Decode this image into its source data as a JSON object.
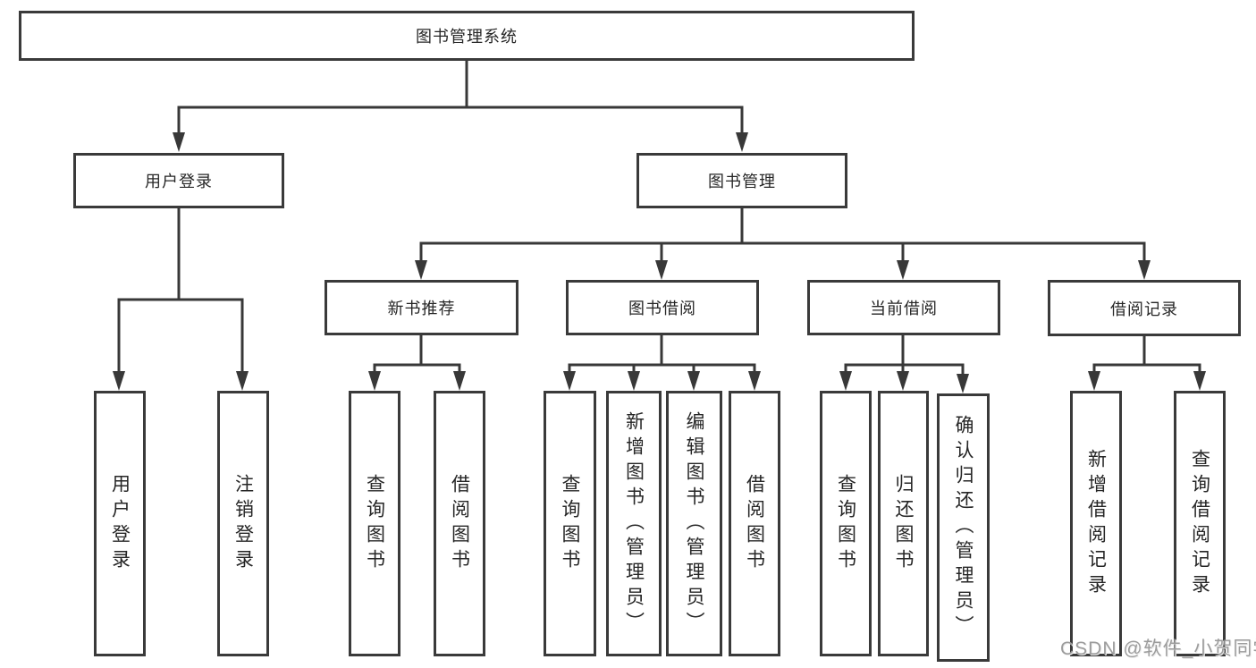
{
  "hierarchy": {
    "label": "图书管理系统",
    "children": [
      {
        "label": "用户登录",
        "children": [
          {
            "label": "用户登录"
          },
          {
            "label": "注销登录"
          }
        ]
      },
      {
        "label": "图书管理",
        "children": [
          {
            "label": "新书推荐",
            "children": [
              {
                "label": "查询图书"
              },
              {
                "label": "借阅图书"
              }
            ]
          },
          {
            "label": "图书借阅",
            "children": [
              {
                "label": "查询图书"
              },
              {
                "label": "新增图书（管理员）"
              },
              {
                "label": "编辑图书（管理员）"
              },
              {
                "label": "借阅图书"
              }
            ]
          },
          {
            "label": "当前借阅",
            "children": [
              {
                "label": "查询图书"
              },
              {
                "label": "归还图书"
              },
              {
                "label": "确认归还（管理员）"
              }
            ]
          },
          {
            "label": "借阅记录",
            "children": [
              {
                "label": "新增借阅记录"
              },
              {
                "label": "查询借阅记录"
              }
            ]
          }
        ]
      }
    ]
  },
  "watermark": {
    "text": "CSDN @软件_小贺同学",
    "color": "#9c9c9c"
  },
  "colors": {
    "background": "#ffffff",
    "box_border": "#3a3a3a",
    "connector_line": "#383838",
    "text": "#262626"
  }
}
